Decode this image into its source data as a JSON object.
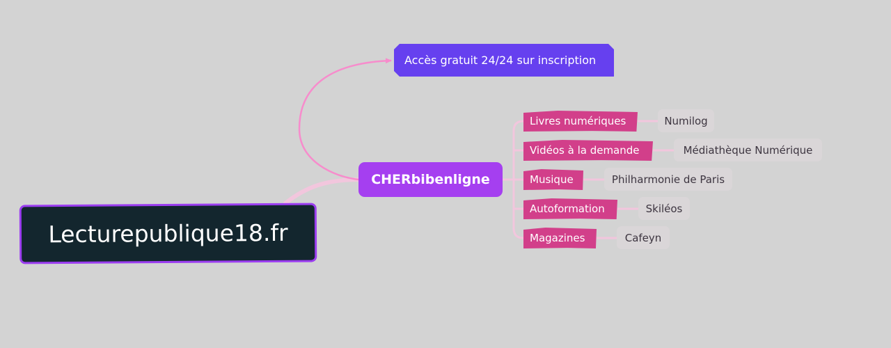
{
  "root": {
    "label": "Lecturepublique18.fr"
  },
  "hub": {
    "label": "CHERbibenligne"
  },
  "access": {
    "label": "Accès gratuit 24/24 sur inscription"
  },
  "categories": [
    {
      "label": "Livres numériques",
      "leaf": "Numilog"
    },
    {
      "label": "Vidéos à la demande",
      "leaf": "Médiathèque Numérique"
    },
    {
      "label": "Musique",
      "leaf": "Philharmonie de Paris"
    },
    {
      "label": "Autoformation",
      "leaf": "Skiléos"
    },
    {
      "label": "Magazines",
      "leaf": "Cafeyn"
    }
  ],
  "colors": {
    "background": "#d3d3d3",
    "root_fill": "#13262e",
    "root_border": "#9b3df0",
    "hub_fill": "#a53ff0",
    "access_fill": "#6640ef",
    "category_fill": "#d23f8a",
    "leaf_fill": "#dad6d8",
    "connector_light": "#f2c6dd",
    "connector_arrow": "#f78ccc"
  }
}
